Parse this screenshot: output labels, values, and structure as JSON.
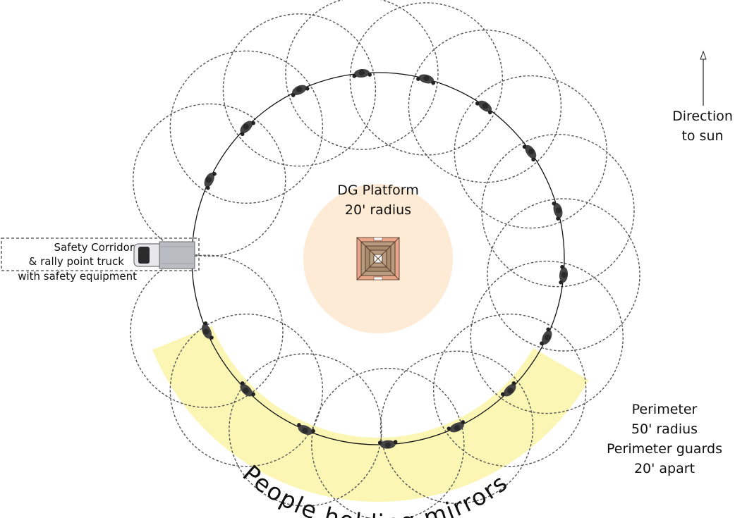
{
  "platform": {
    "title": "DG Platform",
    "subtitle": "20' radius"
  },
  "sun": {
    "line1": "Direction",
    "line2": "to sun"
  },
  "corridor": {
    "line1": "Safety Corridor",
    "line2": "& rally point truck",
    "line3": "with safety equipment"
  },
  "perimeter": {
    "line1": "Perimeter",
    "line2": "50' radius",
    "line3": "Perimeter guards",
    "line4": "20' apart"
  },
  "mirrors": {
    "label": "People holding mirrors"
  },
  "guards": {
    "count": 16,
    "angles_deg": [
      -155,
      -135,
      -115,
      -95,
      -75,
      -55,
      -35,
      -15,
      5,
      25,
      45,
      65,
      87,
      113,
      135,
      157
    ]
  },
  "colors": {
    "platform_zone": "#fdebd5",
    "mirror_band": "#fbf6b4",
    "perimeter_line": "#111111",
    "guard_circle": "#555555",
    "guard_figure": "#444444",
    "truck_body": "#b9bcc1"
  }
}
